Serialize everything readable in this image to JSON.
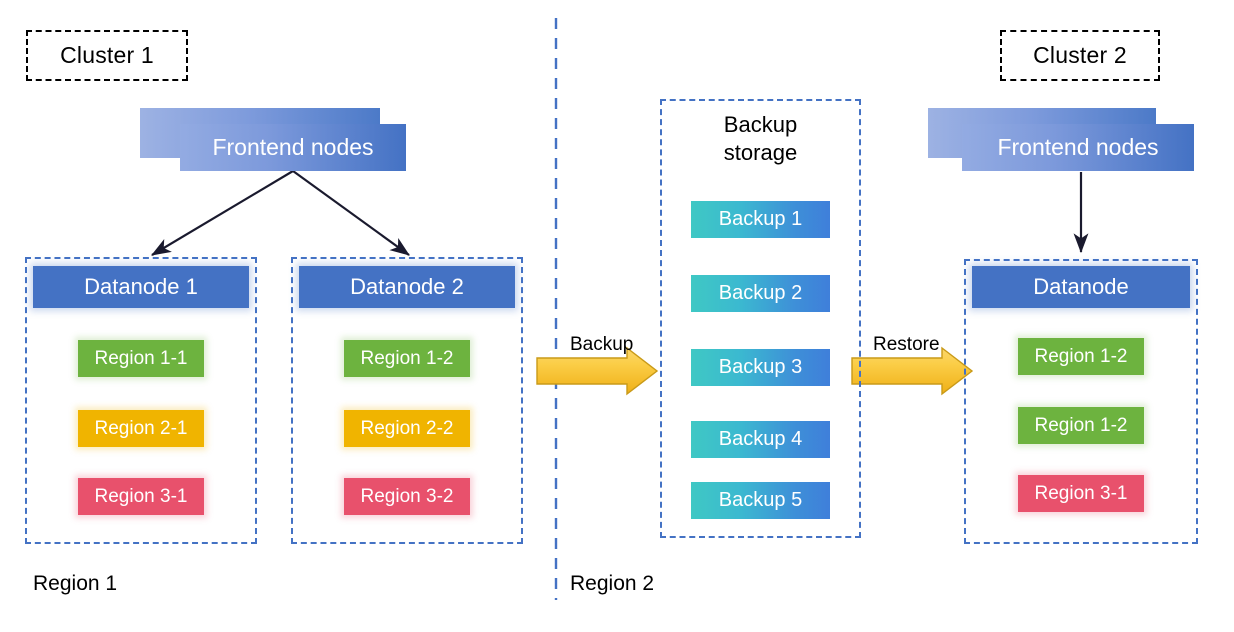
{
  "diagram": {
    "title_boxes": [
      {
        "label": "Cluster 1"
      },
      {
        "label": "Cluster 2"
      }
    ],
    "region_labels": [
      {
        "label": "Region 1"
      },
      {
        "label": "Region 2"
      }
    ],
    "flow_labels": [
      {
        "label": "Backup"
      },
      {
        "label": "Restore"
      }
    ],
    "cluster1": {
      "frontend": {
        "label": "Frontend nodes"
      },
      "datanodes": [
        {
          "header": "Datanode 1",
          "regions": [
            {
              "label": "Region 1-1",
              "color": "#6DB33F"
            },
            {
              "label": "Region 2-1",
              "color": "#F0B400"
            },
            {
              "label": "Region 3-1",
              "color": "#E8516C"
            }
          ]
        },
        {
          "header": "Datanode 2",
          "regions": [
            {
              "label": "Region 1-2",
              "color": "#6DB33F"
            },
            {
              "label": "Region 2-2",
              "color": "#F0B400"
            },
            {
              "label": "Region 3-2",
              "color": "#E8516C"
            }
          ]
        }
      ]
    },
    "backup_storage": {
      "title_line1": "Backup",
      "title_line2": "storage",
      "items": [
        {
          "label": "Backup 1"
        },
        {
          "label": "Backup 2"
        },
        {
          "label": "Backup 3"
        },
        {
          "label": "Backup 4"
        },
        {
          "label": "Backup 5"
        }
      ]
    },
    "cluster2": {
      "frontend": {
        "label": "Frontend nodes"
      },
      "datanode": {
        "header": "Datanode",
        "regions": [
          {
            "label": "Region 1-2",
            "color": "#6DB33F"
          },
          {
            "label": "Region 1-2",
            "color": "#6DB33F"
          },
          {
            "label": "Region 3-1",
            "color": "#E8516C"
          }
        ]
      }
    },
    "colors": {
      "node_blue": "#4472C4",
      "dashed_blue": "#4472C4",
      "dashed_black": "#000000",
      "arrow_yellow": "#F5BE2E",
      "arrow_yellow_border": "#C99A18",
      "region_green": "#6DB33F",
      "region_yellow": "#F0B400",
      "region_red": "#E8516C",
      "backup_teal": "#3FC8C4",
      "backup_blue": "#3F7FDA"
    }
  }
}
